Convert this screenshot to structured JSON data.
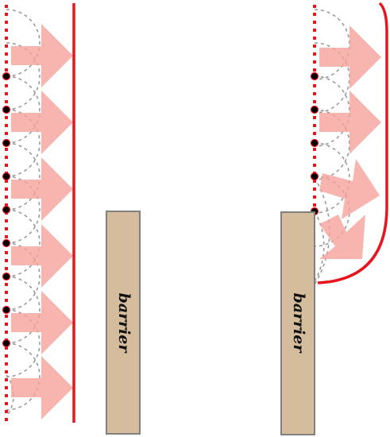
{
  "colors": {
    "wavefront": "#e8141e",
    "arrow": "#f7a39c",
    "wavelet": "#9a9a9a",
    "source": "#000000",
    "barrier_fill": "#d4bc9c",
    "barrier_stroke": "#808080"
  },
  "panels": [
    {
      "name": "left",
      "barrier_label": "barrier"
    },
    {
      "name": "right",
      "barrier_label": "barrier"
    }
  ]
}
